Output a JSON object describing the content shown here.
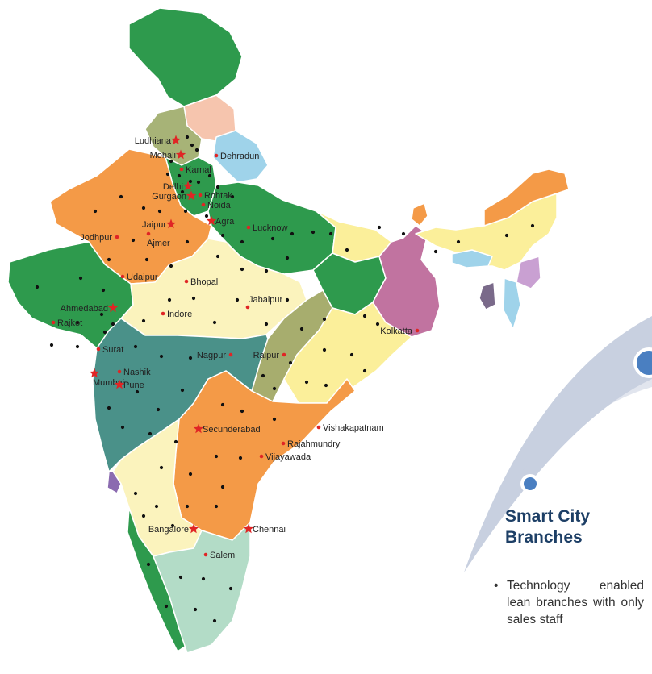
{
  "map": {
    "colors": {
      "jammu_kashmir": "#2e9a4d",
      "himachal": "#f6c5ae",
      "punjab": "#a7b377",
      "haryana": "#2e9a4d",
      "uttarakhand": "#9fd3ea",
      "rajasthan": "#f49a47",
      "uttar_pradesh": "#2e9a4d",
      "gujarat": "#2e9a4d",
      "madhya_pradesh": "#fbf3bd",
      "bihar": "#fbef9a",
      "jharkhand": "#2e9a4d",
      "west_bengal": "#c173a0",
      "chhattisgarh": "#a7ad6e",
      "odisha": "#fbef9a",
      "maharashtra": "#4a9189",
      "telangana_andhra": "#f49a47",
      "karnataka": "#fbf3bd",
      "tamil_nadu": "#b3dcc7",
      "kerala": "#2e9a4d",
      "goa": "#8b6bb0",
      "northeast_main": "#fbef9a",
      "arunachal": "#f49a47",
      "meghalaya": "#9fd3ea",
      "manipur": "#c9a0d2",
      "mizoram": "#9fd3ea",
      "tripura": "#7a6a8a",
      "sikkim": "#f49a47",
      "star": "#e02525",
      "red_dot": "#e02525",
      "black_dot": "#111111"
    },
    "cities": [
      {
        "name": "Ludhiana",
        "marker": "star"
      },
      {
        "name": "Mohali",
        "marker": "star"
      },
      {
        "name": "Dehradun",
        "marker": "dot"
      },
      {
        "name": "Karnal",
        "marker": "dot"
      },
      {
        "name": "Delhi",
        "marker": "star"
      },
      {
        "name": "Gurgaon",
        "marker": "star"
      },
      {
        "name": "Rohtak",
        "marker": "dot"
      },
      {
        "name": "Noida",
        "marker": "dot"
      },
      {
        "name": "Jaipur",
        "marker": "star"
      },
      {
        "name": "Agra",
        "marker": "star"
      },
      {
        "name": "Lucknow",
        "marker": "dot"
      },
      {
        "name": "Jodhpur",
        "marker": "dot"
      },
      {
        "name": "Ajmer",
        "marker": "dot"
      },
      {
        "name": "Udaipur",
        "marker": "dot"
      },
      {
        "name": "Bhopal",
        "marker": "dot"
      },
      {
        "name": "Jabalpur",
        "marker": "dot"
      },
      {
        "name": "Indore",
        "marker": "dot"
      },
      {
        "name": "Ahmedabad",
        "marker": "star"
      },
      {
        "name": "Rajkot",
        "marker": "dot"
      },
      {
        "name": "Kolkatta",
        "marker": "dot"
      },
      {
        "name": "Surat",
        "marker": "dot"
      },
      {
        "name": "Nagpur",
        "marker": "dot"
      },
      {
        "name": "Raipur",
        "marker": "dot"
      },
      {
        "name": "Nashik",
        "marker": "dot"
      },
      {
        "name": "Mumbai",
        "marker": "star"
      },
      {
        "name": "Pune",
        "marker": "star"
      },
      {
        "name": "Secunderabad",
        "marker": "star"
      },
      {
        "name": "Vishakapatnam",
        "marker": "dot"
      },
      {
        "name": "Rajahmundry",
        "marker": "dot"
      },
      {
        "name": "Vijayawada",
        "marker": "dot"
      },
      {
        "name": "Bangalore",
        "marker": "star"
      },
      {
        "name": "Chennai",
        "marker": "star"
      },
      {
        "name": "Salem",
        "marker": "dot"
      }
    ]
  },
  "panel": {
    "title": "Smart City Branches",
    "bullet": "Technology enabled lean branches with only sales staff",
    "colors": {
      "arc": "#c8d0e0",
      "node": "#4a7fc1",
      "node_ring": "#ffffff"
    }
  }
}
